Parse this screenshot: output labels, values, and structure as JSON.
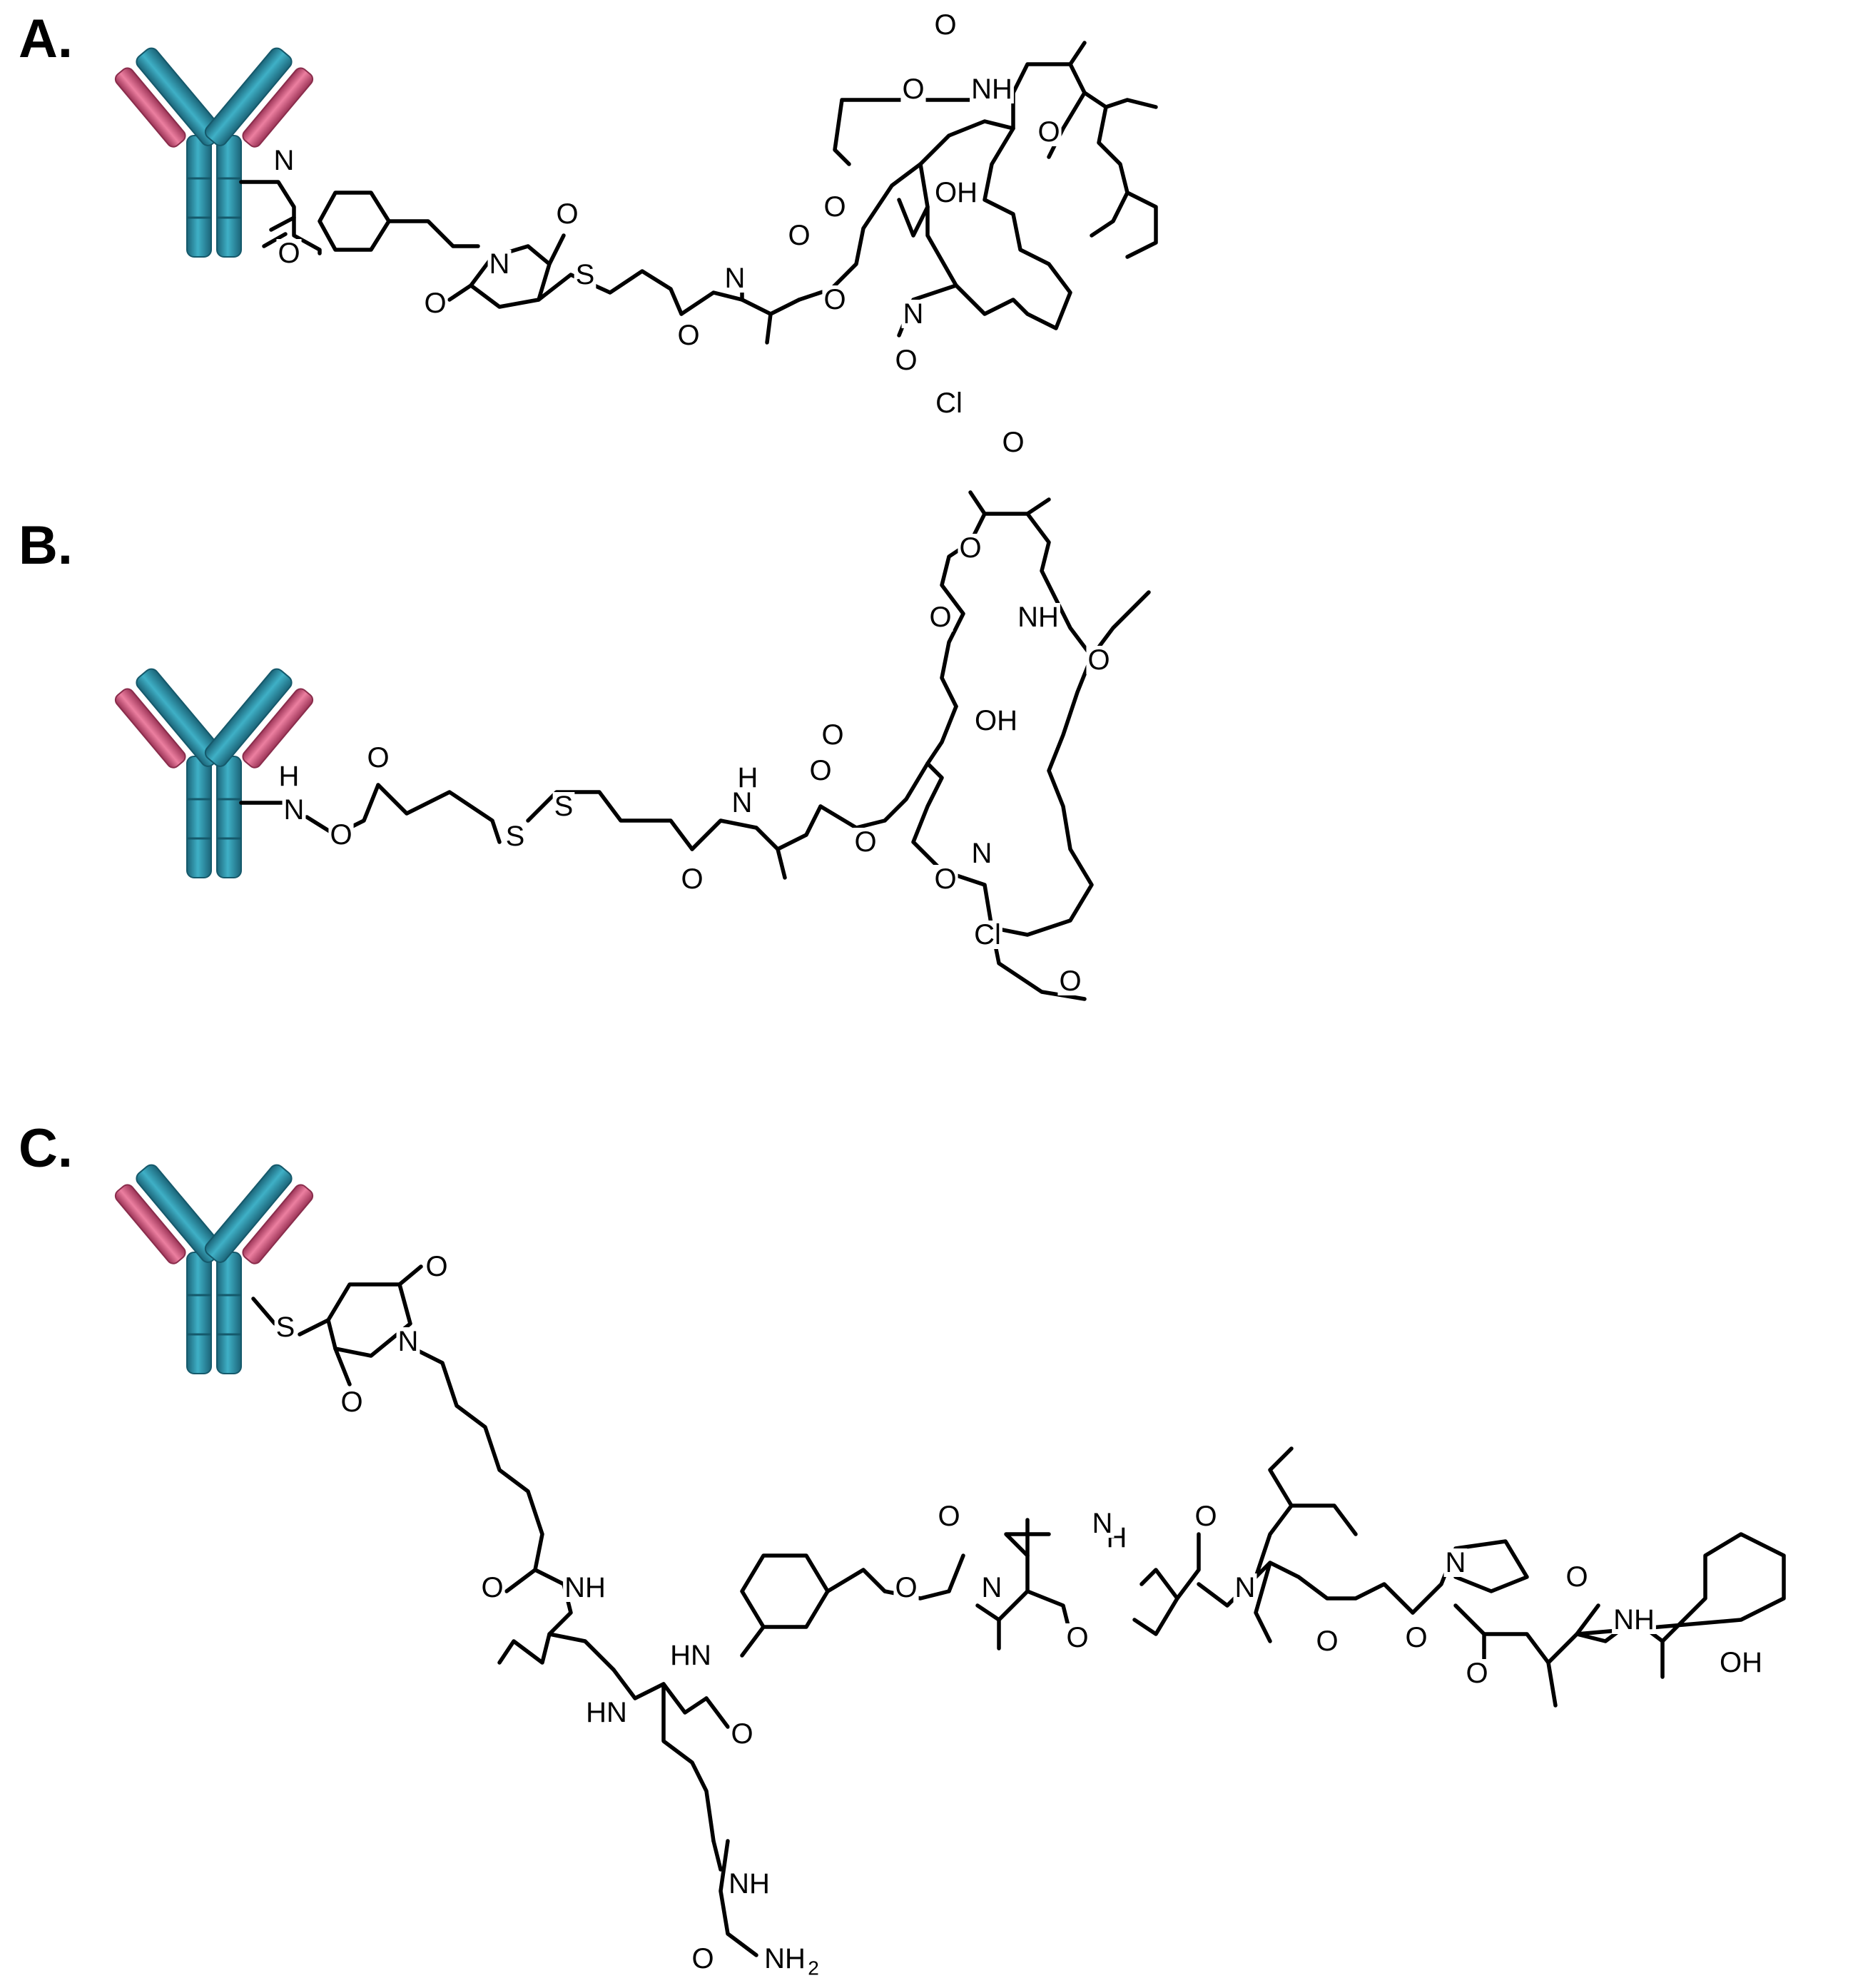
{
  "panels": [
    {
      "id": "A",
      "label": "A."
    },
    {
      "id": "B",
      "label": "B."
    },
    {
      "id": "C",
      "label": "C."
    }
  ],
  "colors": {
    "antibody_heavy_chain": "#2a8ea6",
    "antibody_heavy_chain_dark": "#1b6478",
    "antibody_light_chain": "#d9577f",
    "antibody_light_chain_dark": "#9c3457",
    "bond": "#000000"
  },
  "icons": [
    "antibody-icon"
  ],
  "atom_labels": {
    "O": "O",
    "N": "N",
    "S": "S",
    "NH": "NH",
    "HN": "HN",
    "OH": "OH",
    "Cl": "Cl",
    "H": "H",
    "NH2_main": "NH",
    "NH2_sub": "2"
  }
}
